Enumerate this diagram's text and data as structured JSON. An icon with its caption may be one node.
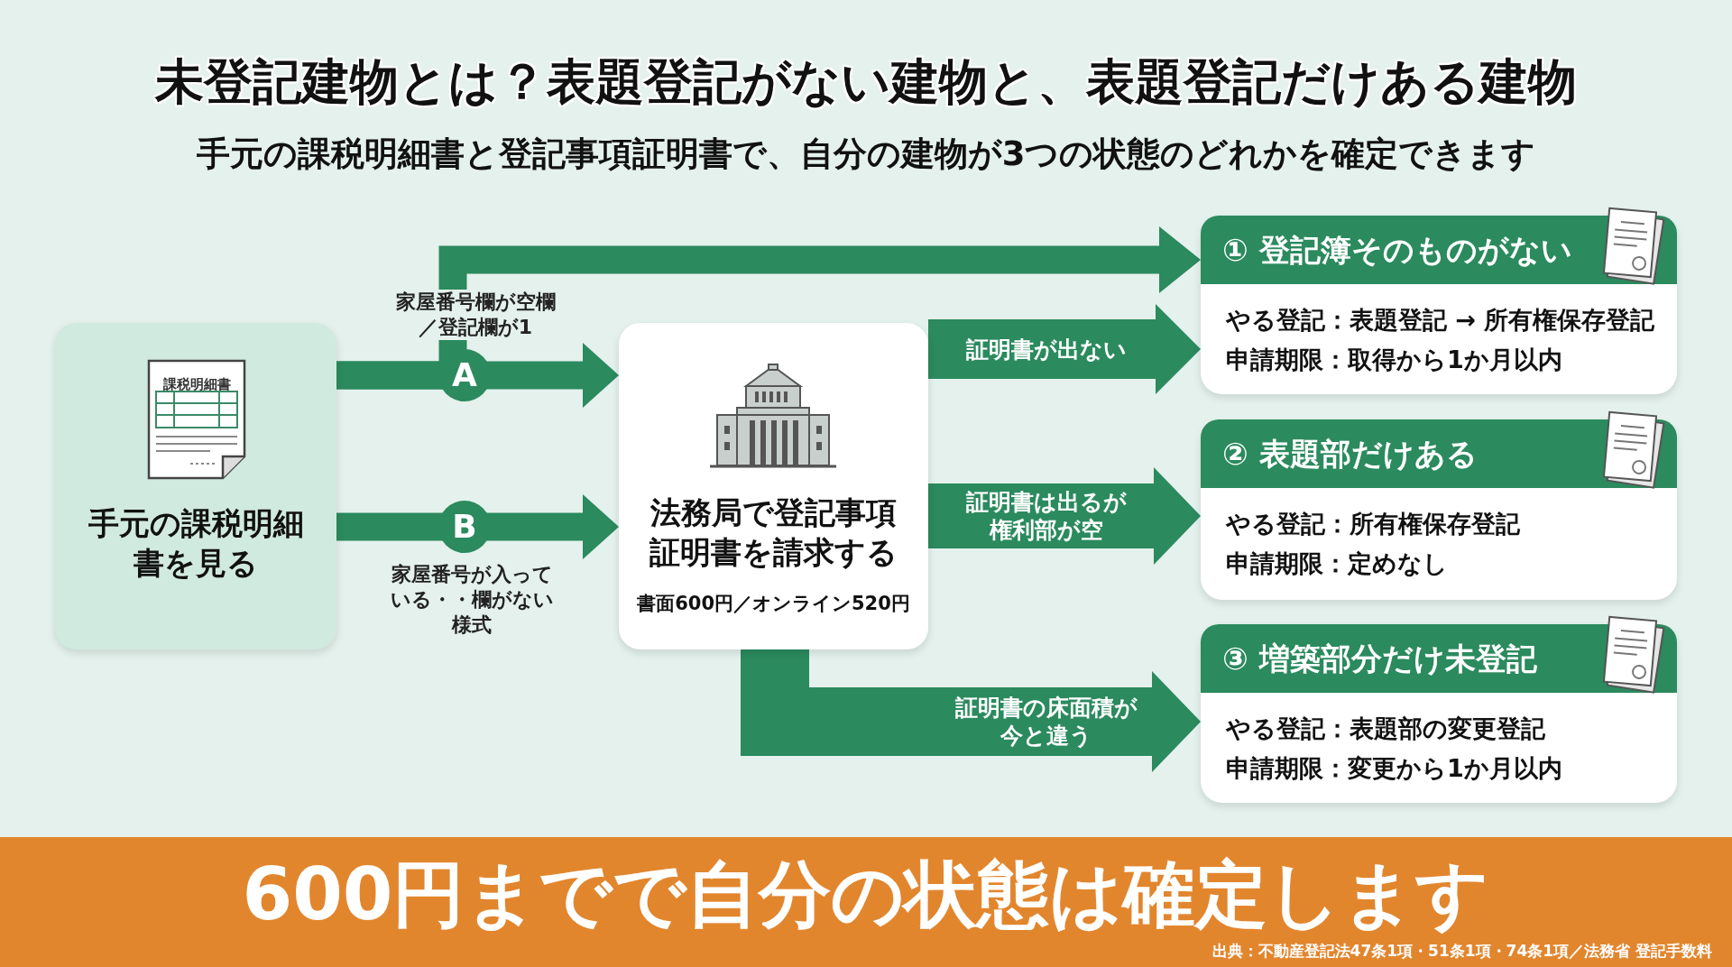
{
  "diagram": {
    "title": "未登記建物とは？表題登記がない建物と、表題登記だけある建物",
    "nodes": [
      {
        "text": [
          "課税明細書",
          "手元の課税明細書を見る"
        ]
      },
      {
        "text": [
          "法務局で登記事項証明書を請求する",
          "書面600円／オンライン520円"
        ]
      },
      {
        "text": [
          "① 登記簿そのものがない",
          "やる登記：表題登記 → 所有権保存登記",
          "申請期限：取得から1か月以内"
        ]
      },
      {
        "text": [
          "② 表題部だけある",
          "やる登記：所有権保存登記",
          "申請期限：定めなし"
        ]
      },
      {
        "text": [
          "③ 増築部分だけ未登記",
          "やる登記：表題部の変更登記",
          "申請期限：変更から1か月以内"
        ]
      }
    ],
    "edges": [
      {
        "from": 0,
        "to": 1,
        "arrow": "to",
        "label": "家屋番号欄が空欄／登記欄が1"
      },
      {
        "from": 0,
        "to": 2,
        "arrow": "to"
      },
      {
        "from": 0,
        "to": 1,
        "arrow": "to",
        "label": "家屋番号が入っている・・欄がない様式"
      },
      {
        "from": 1,
        "to": 2,
        "arrow": "to",
        "label": "証明書が出ない"
      },
      {
        "from": 1,
        "to": 3,
        "arrow": "to",
        "label": "証明書は出るが権利部が空"
      },
      {
        "from": 1,
        "to": 4,
        "arrow": "to",
        "label": "証明書の床面積が今と違う"
      }
    ],
    "labels": [
      "手元の課税明細書と登記事項証明書で、自分の建物が3つの状態のどれかを確定できます",
      "A",
      "B",
      "600円までで自分の状態は確定します",
      "出典：不動産登記法47条1項・51条1項・74条1項／法務省 登記手数料"
    ]
  }
}
